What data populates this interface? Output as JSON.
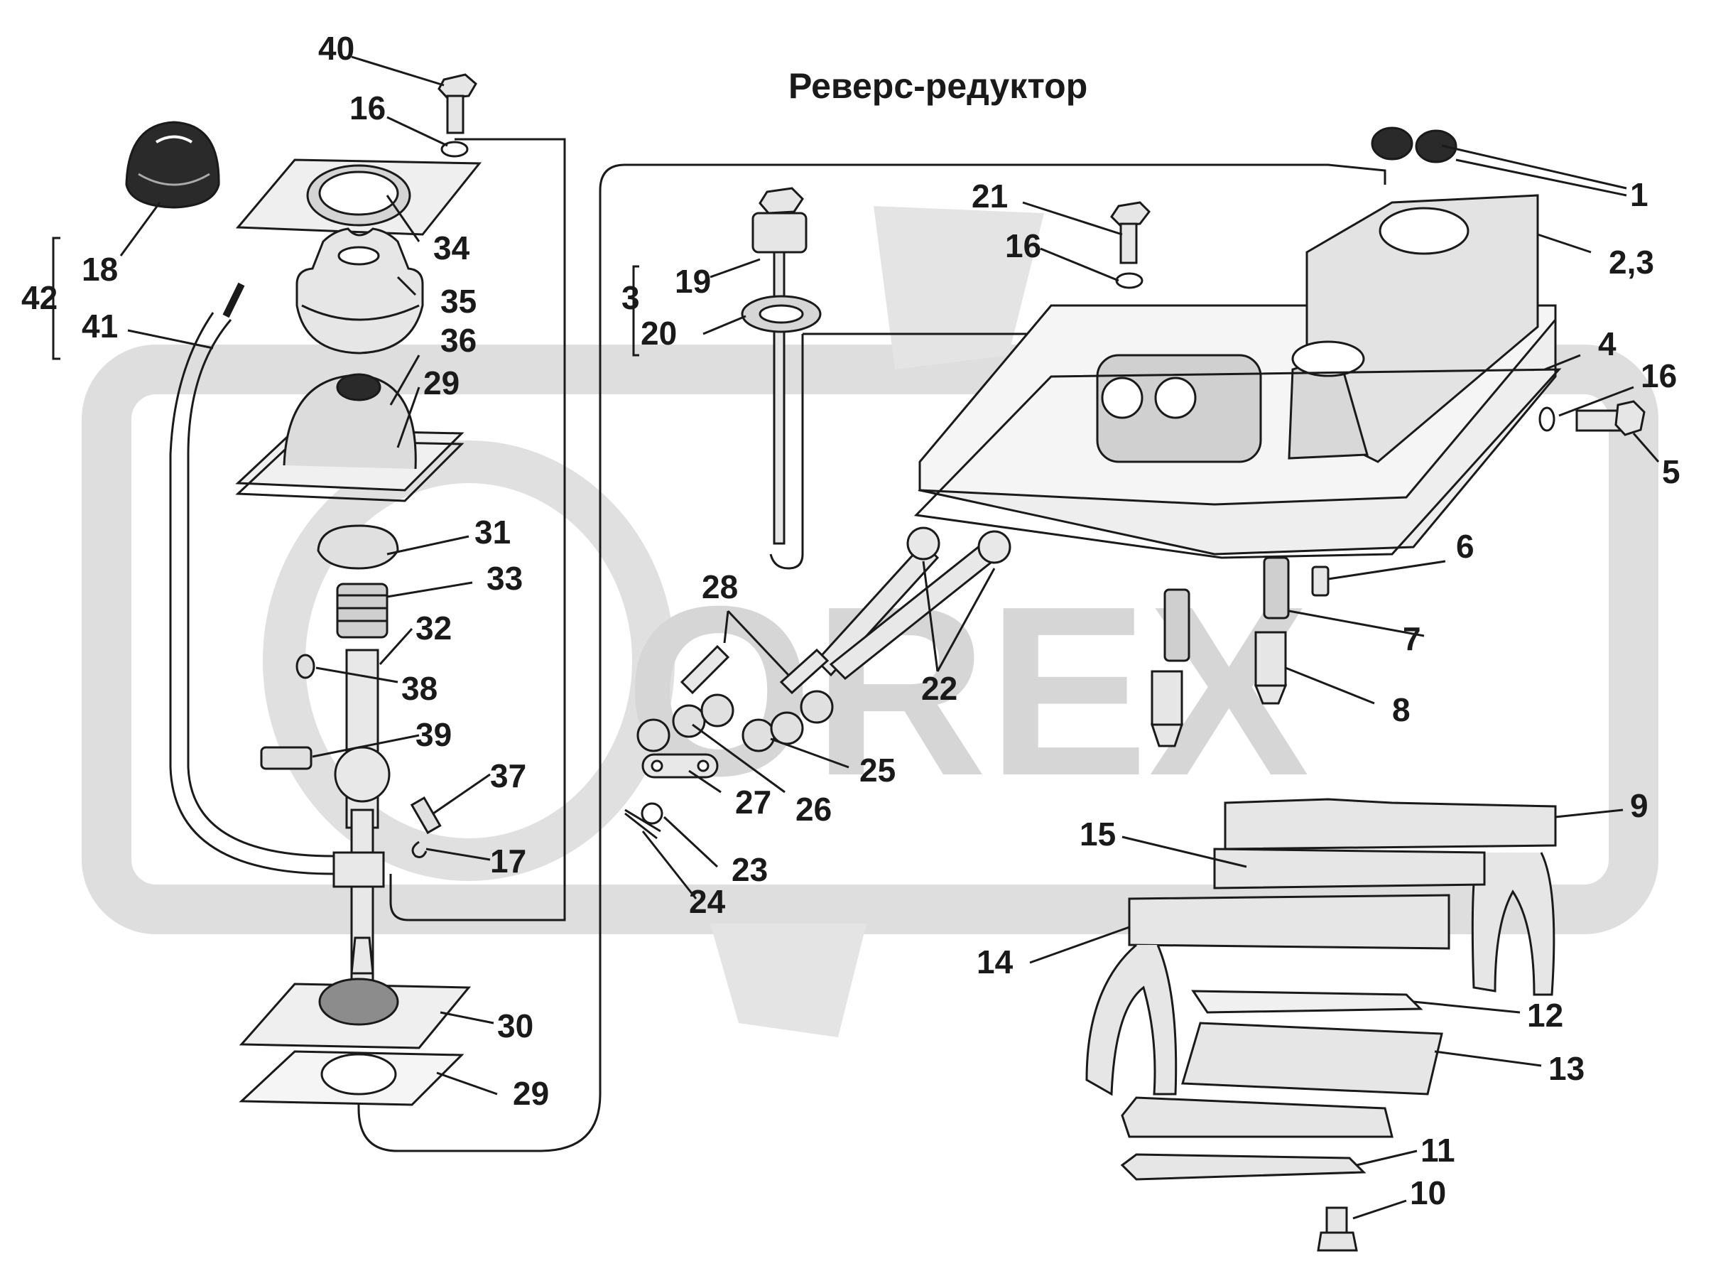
{
  "title": "Реверс-редуктор",
  "watermark": "OREX",
  "colors": {
    "line": "#1a1a1a",
    "watermark": "#d9d9d9",
    "part_fill": "#e6e6e6",
    "part_dark": "#8c8c8c"
  },
  "callouts": [
    "40",
    "16",
    "18",
    "42",
    "41",
    "34",
    "35",
    "36",
    "29",
    "31",
    "33",
    "32",
    "38",
    "39",
    "37",
    "17",
    "30",
    "29",
    "19",
    "3",
    "20",
    "21",
    "16",
    "1",
    "2,3",
    "4",
    "16",
    "5",
    "6",
    "7",
    "8",
    "28",
    "22",
    "25",
    "26",
    "27",
    "23",
    "24",
    "9",
    "15",
    "14",
    "12",
    "13",
    "11",
    "10"
  ]
}
